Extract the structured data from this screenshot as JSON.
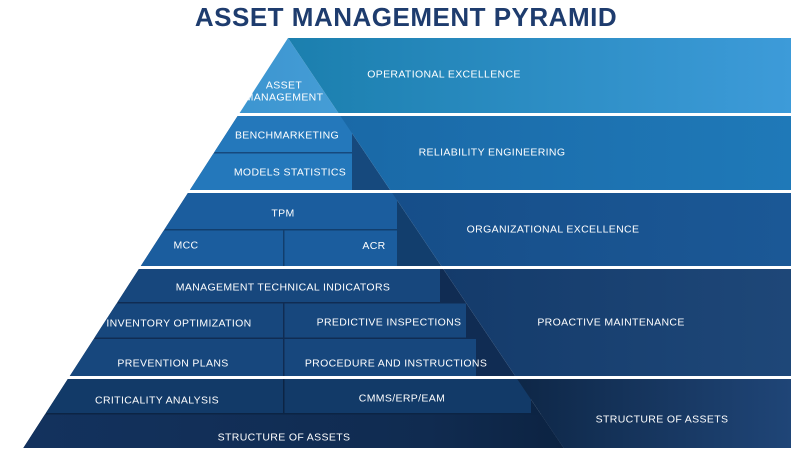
{
  "title": "ASSET MANAGEMENT PYRAMID",
  "bands": {
    "operational_excellence": "OPERATIONAL EXCELLENCE",
    "reliability_engineering": "RELIABILITY ENGINEERING",
    "organizational_excellence": "ORGANIZATIONAL EXCELLENCE",
    "proactive_maintenance": "PROACTIVE MAINTENANCE",
    "structure_of_assets": "STRUCTURE OF ASSETS"
  },
  "cells": {
    "asset_management_line1": "ASSET",
    "asset_management_line2": "MANAGEMENT",
    "benchmarketing": "BENCHMARKETING",
    "models_statistics": "MODELS STATISTICS",
    "tpm": "TPM",
    "mcc": "MCC",
    "acr": "ACR",
    "management_technical_indicators": "MANAGEMENT TECHNICAL INDICATORS",
    "inventory_optimization": "INVENTORY OPTIMIZATION",
    "predictive_inspections": "PREDICTIVE INSPECTIONS",
    "prevention_plans": "PREVENTION PLANS",
    "procedure_and_instructions": "PROCEDURE AND INSTRUCTIONS",
    "criticality_analysis": "CRITICALITY ANALYSIS",
    "cmms_erp_eam": "CMMS/ERP/EAM",
    "structure_of_assets_base": "STRUCTURE OF ASSETS"
  },
  "colors": {
    "title_text": "#1e3c6e",
    "label_text": "#ffffff",
    "tier1_cell": "#3f98d2",
    "tier1_band_left": "#1b7fae",
    "tier1_band_right": "#3d9bd9",
    "tier2_cell": "#2478bb",
    "tier2_interior": "#16497d",
    "tier2_band_right": "#1f79b8",
    "tier3_cell": "#1b5d9e",
    "tier3_interior": "#123e6d",
    "tier3_band_right": "#1b5896",
    "tier4_cell": "#17477d",
    "tier4_interior": "#102c53",
    "tier4_band_right": "#1e4778",
    "tier5_cell": "#123a68",
    "tier5_interior": "#0c2444",
    "tier5_band_right": "#1f4577",
    "base_row_left": "#13325e",
    "base_row_right": "#0c2342"
  }
}
